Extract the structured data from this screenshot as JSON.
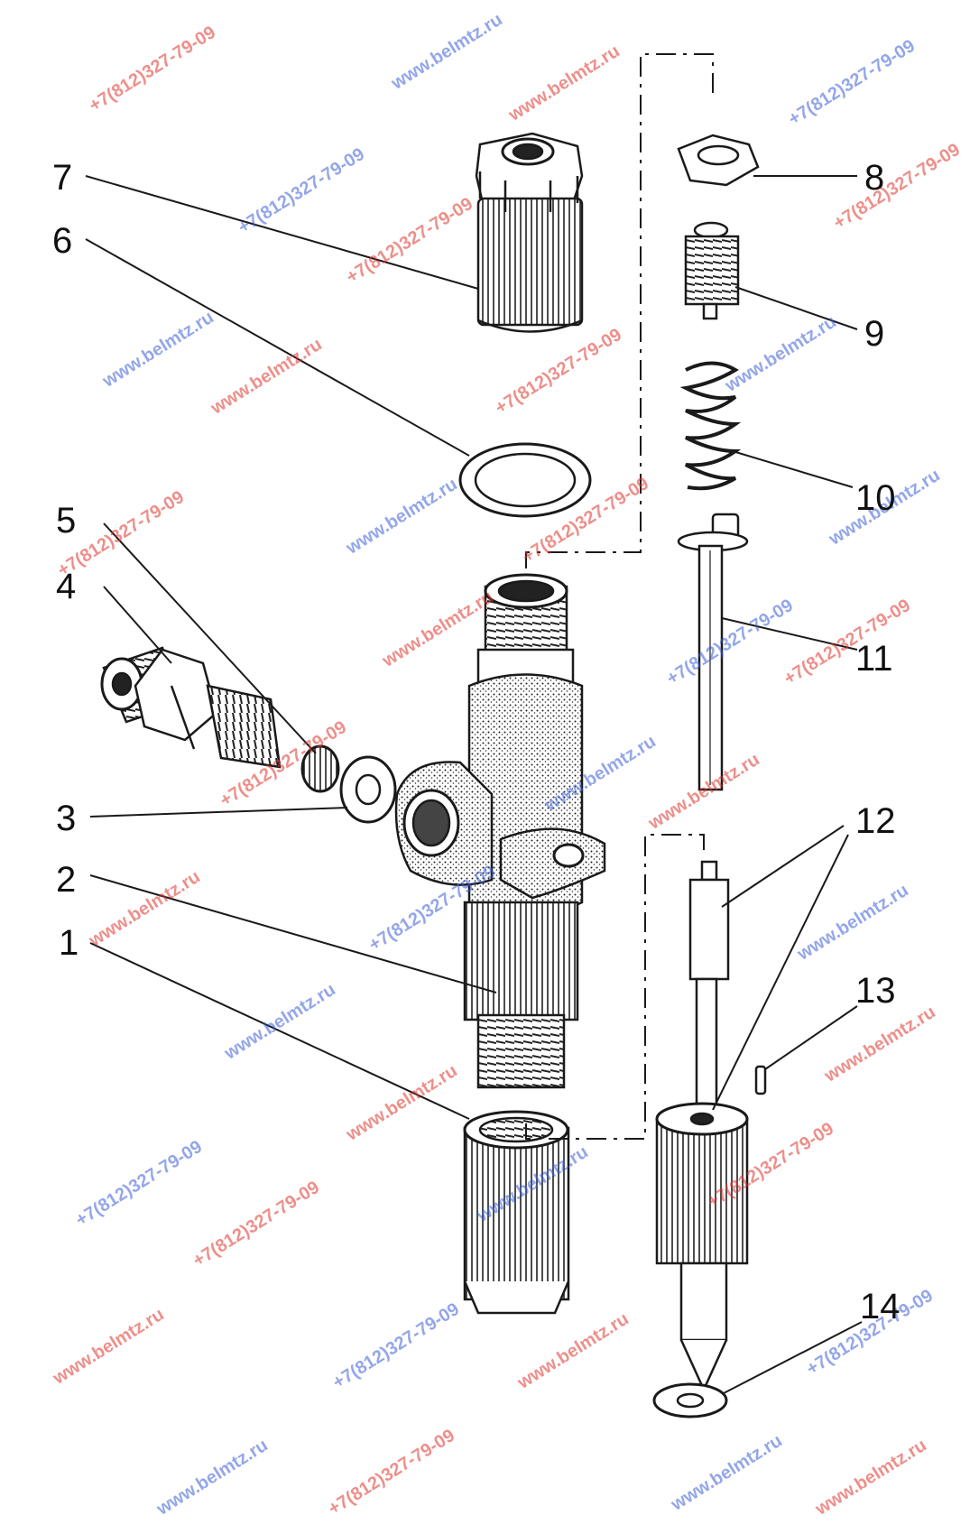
{
  "colors": {
    "ink": "#1a1a1a",
    "watermark_red": "#e0342c",
    "watermark_blue": "#3c5ed8",
    "watermark_gray": "#b8b8b8"
  },
  "labels": {
    "l1": "1",
    "l2": "2",
    "l3": "3",
    "l4": "4",
    "l5": "5",
    "l6": "6",
    "l7": "7",
    "l8": "8",
    "l9": "9",
    "l10": "10",
    "l11": "11",
    "l12": "12",
    "l13": "13",
    "l14": "14"
  },
  "watermarks": {
    "site": "www.belmtz.ru",
    "phone": "+7(812)327-79-09"
  }
}
